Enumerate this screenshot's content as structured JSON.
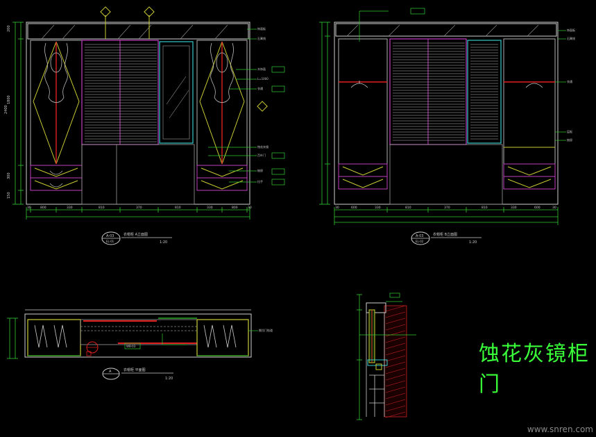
{
  "drawing_title": "蚀花灰镜柜门",
  "watermark": "www.snren.com",
  "views": {
    "elev_a": {
      "tag": "A-03",
      "sub": "EL-01",
      "name": "衣帽柜 A立面图",
      "scale": "1:20"
    },
    "elev_b": {
      "tag": "A-03",
      "sub": "EL-02",
      "name": "衣帽柜 B立面图",
      "scale": "1:20"
    },
    "plan": {
      "tag": "A",
      "name": "衣帽柜 平面图",
      "scale": "1:20"
    }
  },
  "dim_labels_a": [
    "30",
    "800",
    "330",
    "810",
    "370",
    "810",
    "330",
    "800",
    "30"
  ],
  "dim_labels_b": [
    "30",
    "600",
    "330",
    "810",
    "370",
    "810",
    "330",
    "600",
    "30"
  ],
  "side_dims": [
    "2400",
    "200",
    "1800",
    "300",
    "150"
  ],
  "callouts_a": [
    "饰面板",
    "石膏线",
    "木饰面",
    "L=1000",
    "衣通",
    "蚀花灰镜",
    "百叶门",
    "抽屉",
    "拉手"
  ],
  "callouts_b": [
    "饰面板",
    "石膏线",
    "衣通",
    "层板",
    "抽屉"
  ],
  "plan_callouts": [
    "WB-03",
    "推拉门轨道"
  ]
}
